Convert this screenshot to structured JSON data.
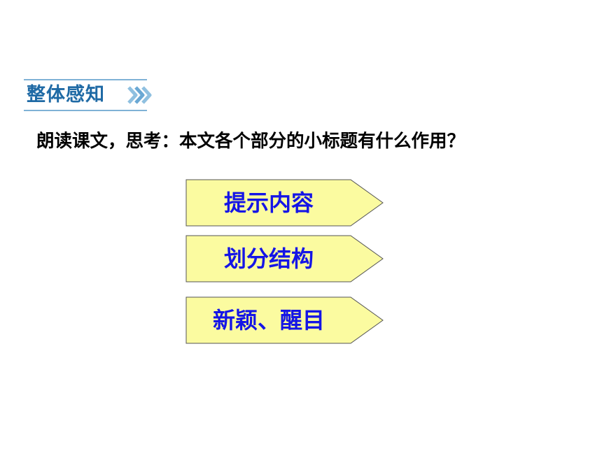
{
  "section": {
    "title": "整体感知",
    "icon": "double-chevron-right-icon",
    "color": "#1f6aa5",
    "line_color": "#7fb2d6"
  },
  "question": "朗读课文，思考：本文各个部分的小标题有什么作用？",
  "answers": [
    {
      "label": "提示内容"
    },
    {
      "label": "划分结构"
    },
    {
      "label": "新颖、醒目"
    }
  ],
  "colors": {
    "box_fill": "#fbfba0",
    "box_border": "#555555",
    "answer_text": "#1515e6"
  }
}
